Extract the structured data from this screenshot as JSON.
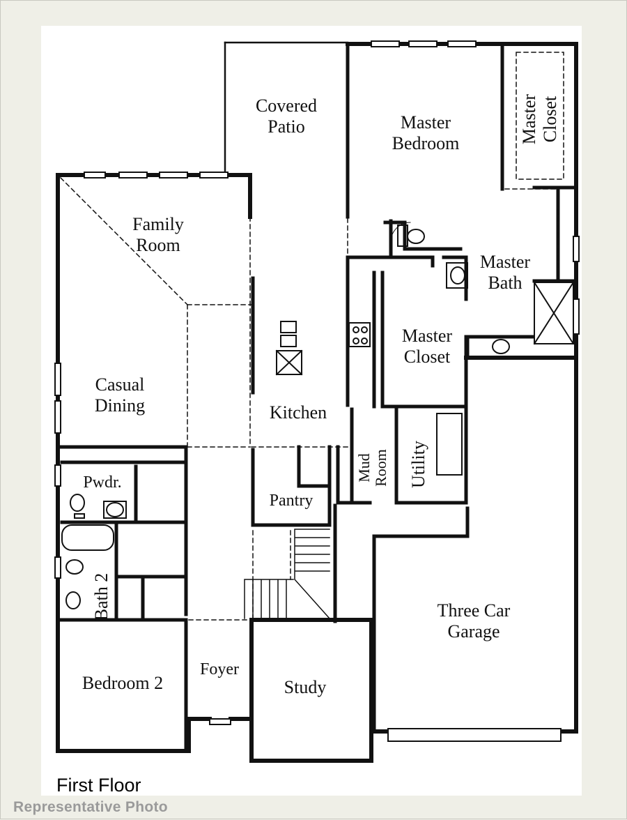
{
  "floor_title": "First Floor",
  "watermark": "Representative Photo",
  "rooms": {
    "covered_patio": "Covered\nPatio",
    "master_bedroom": "Master\nBedroom",
    "master_closet_top": "Master\nCloset",
    "family_room": "Family\nRoom",
    "master_bath": "Master\nBath",
    "master_closet": "Master\nCloset",
    "casual_dining": "Casual\nDining",
    "kitchen": "Kitchen",
    "utility": "Utility",
    "mud_room": "Mud\nRoom",
    "pwdr": "Pwdr.",
    "pantry": "Pantry",
    "bath_2": "Bath 2",
    "three_car_garage": "Three Car\nGarage",
    "foyer": "Foyer",
    "study": "Study",
    "bedroom_2": "Bedroom 2"
  },
  "colors": {
    "wall": "#111111",
    "background": "#efefe7",
    "sheet": "#ffffff"
  }
}
